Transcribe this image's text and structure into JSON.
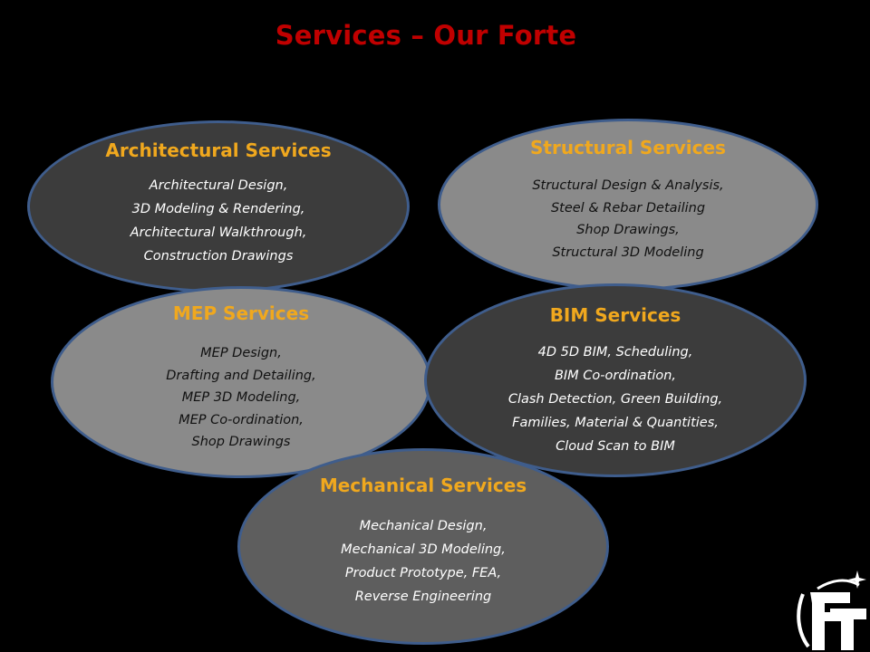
{
  "title": "Services – Our Forte",
  "colors": {
    "background": "#000000",
    "title": "#c00000",
    "heading": "#f0a81e",
    "ellipse_border": "#3f5d8c",
    "ellipse_dark": "#3c3c3c",
    "ellipse_light": "#8a8a8a",
    "ellipse_mid": "#5e5e5e"
  },
  "services": {
    "architectural": {
      "title": "Architectural Services",
      "lines": [
        "Architectural Design,",
        "3D Modeling & Rendering,",
        "Architectural Walkthrough,",
        "Construction Drawings"
      ]
    },
    "structural": {
      "title": "Structural Services",
      "lines": [
        "Structural Design & Analysis,",
        "Steel & Rebar Detailing",
        "Shop Drawings,",
        "Structural 3D Modeling"
      ]
    },
    "mep": {
      "title": "MEP Services",
      "lines": [
        "MEP Design,",
        "Drafting and Detailing,",
        "MEP 3D Modeling,",
        "MEP Co-ordination,",
        "Shop Drawings"
      ]
    },
    "bim": {
      "title": "BIM Services",
      "lines": [
        "4D 5D BIM, Scheduling,",
        "BIM Co-ordination,",
        "Clash Detection, Green Building,",
        "Families, Material & Quantities,",
        "Cloud Scan to  BIM"
      ]
    },
    "mechanical": {
      "title": "Mechanical Services",
      "lines": [
        "Mechanical Design,",
        "Mechanical 3D Modeling,",
        "Product Prototype, FEA,",
        "Reverse Engineering"
      ]
    }
  },
  "logo": {
    "icon": "company-logo-icon"
  }
}
